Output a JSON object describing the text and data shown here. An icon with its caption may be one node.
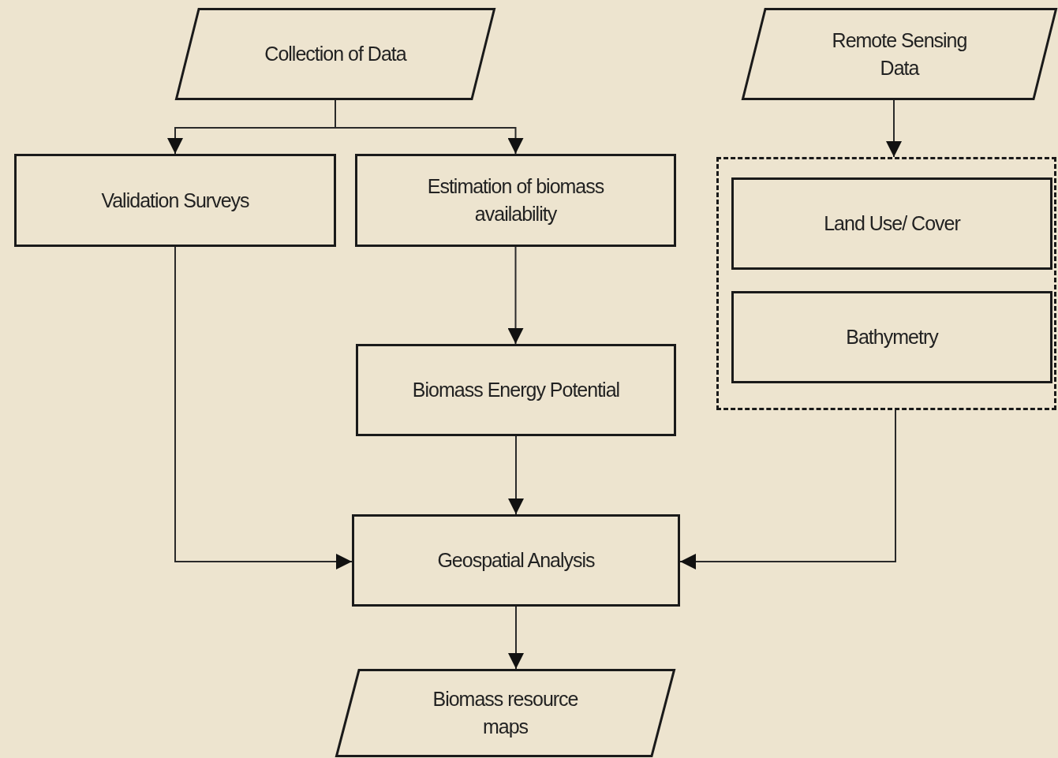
{
  "diagram": {
    "nodes": [
      {
        "text": [
          "Collection of Data"
        ]
      },
      {
        "text": [
          "Remote Sensing Data"
        ]
      },
      {
        "text": [
          "Validation Surveys"
        ]
      },
      {
        "text": [
          "Estimation of biomass availability"
        ]
      },
      {
        "text": [],
        "shape": "box"
      },
      {
        "text": [
          "Land Use/ Cover"
        ],
        "in": 4
      },
      {
        "text": [
          "Bathymetry"
        ],
        "in": 4
      },
      {
        "text": [
          "Biomass Energy Potential"
        ]
      },
      {
        "text": [
          "Geospatial Analysis"
        ]
      },
      {
        "text": [
          "Biomass resource maps"
        ]
      }
    ],
    "edges": [
      {
        "from": 0,
        "to": 2,
        "arrow": "to"
      },
      {
        "from": 0,
        "to": 3,
        "arrow": "to"
      },
      {
        "from": 1,
        "to": 4,
        "arrow": "to"
      },
      {
        "from": 3,
        "to": 7,
        "arrow": "to"
      },
      {
        "from": 2,
        "to": 8,
        "arrow": "to"
      },
      {
        "from": 7,
        "to": 8,
        "arrow": "to"
      },
      {
        "from": 4,
        "to": 8,
        "arrow": "to"
      },
      {
        "from": 8,
        "to": 9,
        "arrow": "to"
      }
    ]
  }
}
